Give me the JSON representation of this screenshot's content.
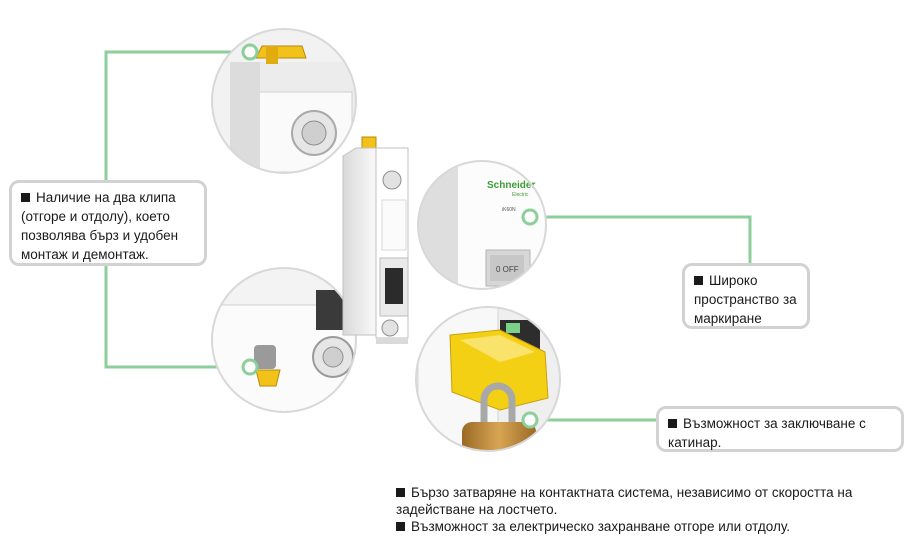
{
  "callouts": {
    "clips": "Наличие на два клипа (отгоре и отдолу), което позволява бърз и удобен монтаж и демонтаж.",
    "marking": "Широко пространство за маркиране",
    "lock": "Възможност за заключване с катинар."
  },
  "notes": {
    "line1": "Бързо затваряне на контактната система, независимо от скоростта на задействане на лостчето.",
    "line2": "Възможност за електрическо захранване отгоре или отдолу."
  },
  "product": {
    "brand": "Schneider",
    "brand_sub": "Electric",
    "model": "iK60N",
    "switch_text": "0 OFF"
  },
  "colors": {
    "connector": "#8ccf9b",
    "border": "#d2d2d2",
    "clip_yellow": "#f2c21b",
    "padlock": "#c6913c",
    "brand_green": "#3d9b35"
  }
}
